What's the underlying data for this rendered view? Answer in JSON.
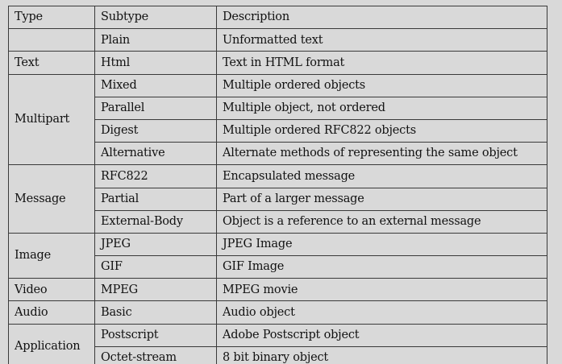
{
  "table": {
    "headers": {
      "type": "Type",
      "subtype": "Subtype",
      "description": "Description"
    },
    "groups": [
      {
        "type": "",
        "rows": [
          {
            "subtype": "Plain",
            "description": "Unformatted text"
          }
        ]
      },
      {
        "type": "Text",
        "rows": [
          {
            "subtype": "Html",
            "description": "Text in HTML format"
          }
        ]
      },
      {
        "type": "Multipart",
        "rows": [
          {
            "subtype": "Mixed",
            "description": "Multiple ordered objects"
          },
          {
            "subtype": "Parallel",
            "description": "Multiple object, not ordered"
          },
          {
            "subtype": "Digest",
            "description": "Multiple ordered RFC822 objects"
          },
          {
            "subtype": "Alternative",
            "description": "Alternate methods of representing the same object"
          }
        ]
      },
      {
        "type": "Message",
        "rows": [
          {
            "subtype": "RFC822",
            "description": "Encapsulated message"
          },
          {
            "subtype": "Partial",
            "description": "Part of a larger message"
          },
          {
            "subtype": "External-Body",
            "description": "Object is a reference to an external message"
          }
        ]
      },
      {
        "type": "Image",
        "rows": [
          {
            "subtype": "JPEG",
            "description": "JPEG Image"
          },
          {
            "subtype": "GIF",
            "description": "GIF Image"
          }
        ]
      },
      {
        "type": "Video",
        "rows": [
          {
            "subtype": "MPEG",
            "description": "MPEG movie"
          }
        ]
      },
      {
        "type": "Audio",
        "rows": [
          {
            "subtype": "Basic",
            "description": "Audio object"
          }
        ]
      },
      {
        "type": "Application",
        "rows": [
          {
            "subtype": "Postscript",
            "description": "Adobe Postscript object"
          },
          {
            "subtype": "Octet-stream",
            "description": "8 bit binary object"
          }
        ]
      }
    ]
  }
}
